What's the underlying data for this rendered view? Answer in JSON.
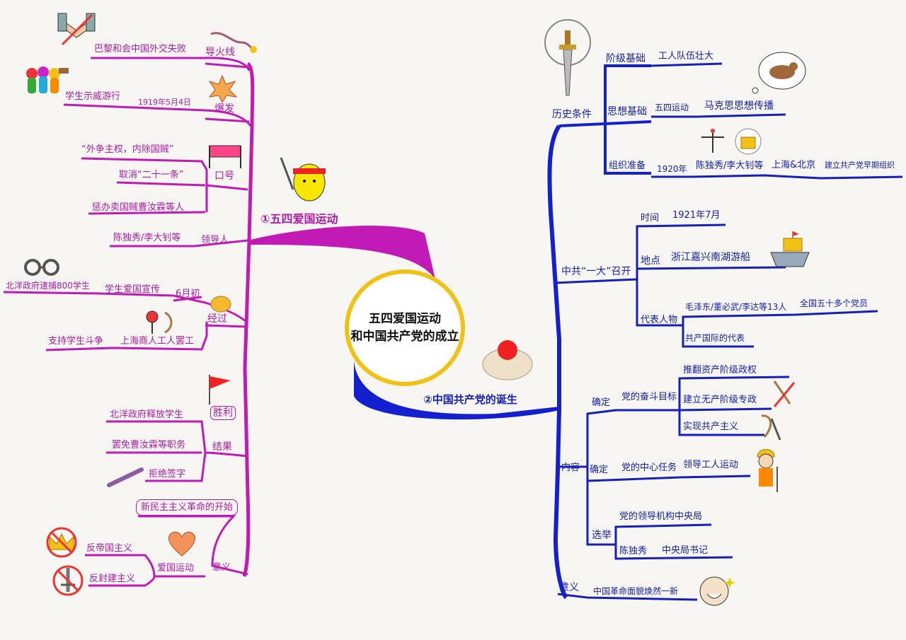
{
  "center": {
    "line1": "五四爱国运动",
    "line2": "和中国共产党的成立"
  },
  "left": {
    "branch": "①五四爱国运动",
    "fuse": {
      "label": "导火线",
      "detail": "巴黎和会中国外交失败"
    },
    "outbreak": {
      "label": "爆发",
      "date": "1919年5月4日",
      "event": "学生示威游行"
    },
    "slogan": {
      "label": "口号",
      "items": [
        "“外争主权，内除国贼”",
        "取消“二十一条”",
        "惩办卖国贼曹汝霖等人"
      ]
    },
    "leader": {
      "label": "领导人",
      "value": "陈独秀/李大钊等"
    },
    "process": {
      "label": "经过",
      "june": "6月初",
      "students": "学生爱国宣传",
      "arrest": "北洋政府逮捕800学生",
      "workers": "上海商人工人罢工",
      "support": "支持学生斗争"
    },
    "result": {
      "label": "结果",
      "victory": "胜利",
      "items": [
        "北洋政府释放学生",
        "罢免曹汝霖等职务",
        "拒绝签字"
      ]
    },
    "significance": {
      "label": "意义",
      "beginning": "新民主主义革命的开始",
      "patriotic": "爱国运动",
      "items": [
        "反帝国主义",
        "反封建主义"
      ]
    }
  },
  "right": {
    "branch": "②中国共产党的诞生",
    "history": {
      "label": "历史条件",
      "class_basis": {
        "label": "阶级基础",
        "value": "工人队伍壮大"
      },
      "thought_basis": {
        "label": "思想基础",
        "movement": "五四运动",
        "value": "马克思思想传播"
      },
      "org_prep": {
        "label": "组织准备",
        "year": "1920年",
        "people": "陈独秀/李大钊等",
        "place": "上海&北京",
        "value": "建立共产党早期组织"
      }
    },
    "congress": {
      "label": "中共“一大”召开",
      "time": {
        "label": "时间",
        "value": "1921年7月"
      },
      "place": {
        "label": "地点",
        "value": "浙江嘉兴南湖游船"
      },
      "people": {
        "label": "代表人物",
        "value": "毛泽东/董必武/李达等13人",
        "count": "全国五十多个党员",
        "intl": "共产国际的代表"
      }
    },
    "content": {
      "label": "内容",
      "goal": {
        "label": "确定",
        "sub": "党的奋斗目标",
        "items": [
          "推翻资产阶级政权",
          "建立无产阶级专政",
          "实现共产主义"
        ]
      },
      "task": {
        "label": "确定",
        "sub": "党的中心任务",
        "value": "领导工人运动"
      },
      "elect": {
        "label": "选举",
        "organ": "党的领导机构中央局",
        "person": "陈独秀",
        "role": "中央局书记"
      }
    },
    "significance": {
      "label": "意义",
      "value": "中国革命面貌焕然一新"
    }
  },
  "colors": {
    "magenta": "#b01aa6",
    "blue": "#1420b8",
    "gold": "#f2c116"
  }
}
